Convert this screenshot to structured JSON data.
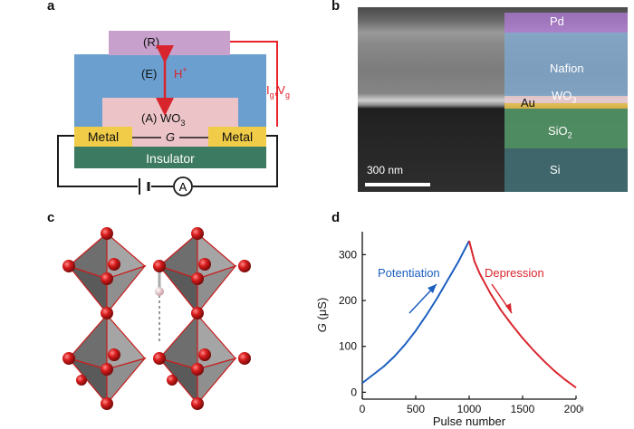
{
  "panels": {
    "a": "a",
    "b": "b",
    "c": "c",
    "d": "d"
  },
  "panel_a": {
    "R": "(R)",
    "E": "(E)",
    "H": "H",
    "H_sup": "+",
    "A": "(A) WO",
    "A_sub": "3",
    "G": "G",
    "metal_left": "Metal",
    "metal_right": "Metal",
    "insulator": "Insulator",
    "I_g": "I",
    "I_g_sub": "g",
    "comma": ",",
    "V_g": "V",
    "V_g_sub": "g",
    "ammeter": "A",
    "colors": {
      "R": "#c7a1cc",
      "E": "#6a9fd0",
      "A": "#ecc4c8",
      "metal": "#f1cc48",
      "insulator": "#3c7a61",
      "wire": "#e8212b",
      "arrow": "#d8252d"
    }
  },
  "panel_b": {
    "layers": [
      {
        "name": "Pd",
        "color": "#b27ad8"
      },
      {
        "name": "Nafion",
        "color": "#7fa9d4"
      },
      {
        "name": "Au",
        "color": "#e6be4c"
      },
      {
        "name": "WO",
        "sub": "3",
        "color": "#e9c9ce"
      },
      {
        "name": "SiO",
        "sub": "2",
        "color": "#5aa571"
      },
      {
        "name": "Si",
        "color": "#43767c"
      }
    ],
    "scale_label": "300 nm"
  },
  "panel_c": {
    "colors": {
      "oxygen": "#d81c1c",
      "octahedron": "#8c8c8c",
      "hydrogen": "#e9bfc5"
    }
  },
  "chart_data": {
    "type": "line",
    "xlabel": "Pulse number",
    "ylabel_symbol": "G",
    "ylabel_unit": "(μS)",
    "xlim": [
      0,
      2000
    ],
    "ylim": [
      -15,
      350
    ],
    "xticks": [
      "0",
      "500",
      "1000",
      "1500",
      "2000"
    ],
    "yticks": [
      "0",
      "100",
      "200",
      "300"
    ],
    "grid": false,
    "series": [
      {
        "name": "Potentiation",
        "color": "#1d5fbf",
        "x": [
          0,
          100,
          200,
          300,
          400,
          500,
          600,
          700,
          800,
          900,
          1000
        ],
        "y": [
          20,
          38,
          56,
          78,
          104,
          134,
          168,
          205,
          245,
          285,
          330
        ]
      },
      {
        "name": "Depression",
        "color": "#d9262e",
        "x": [
          1000,
          1050,
          1100,
          1200,
          1300,
          1400,
          1500,
          1600,
          1700,
          1800,
          1900,
          2000
        ],
        "y": [
          330,
          285,
          258,
          215,
          178,
          147,
          118,
          92,
          68,
          46,
          27,
          10
        ]
      }
    ]
  }
}
